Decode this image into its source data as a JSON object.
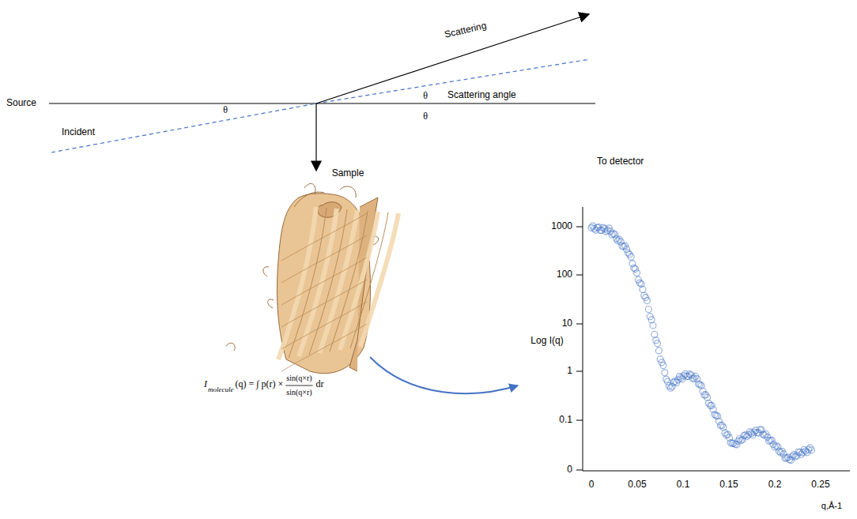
{
  "diagram": {
    "labels": [
      "Scattering",
      "θ",
      "θ",
      "Source",
      "Scattering angle",
      "θ",
      "Incident",
      "Sample",
      "To detector",
      "1000",
      "100",
      "10",
      "1",
      "0.1",
      "0",
      "Log I(q)",
      "I",
      "molecule",
      "(q) = ∫ p(r) ×",
      "sin(q×r)",
      "sin(q×r)",
      "dr",
      "0",
      "0.05",
      "0.1",
      "0.15",
      "0.2",
      "0.25",
      "q,Å-1"
    ]
  }
}
